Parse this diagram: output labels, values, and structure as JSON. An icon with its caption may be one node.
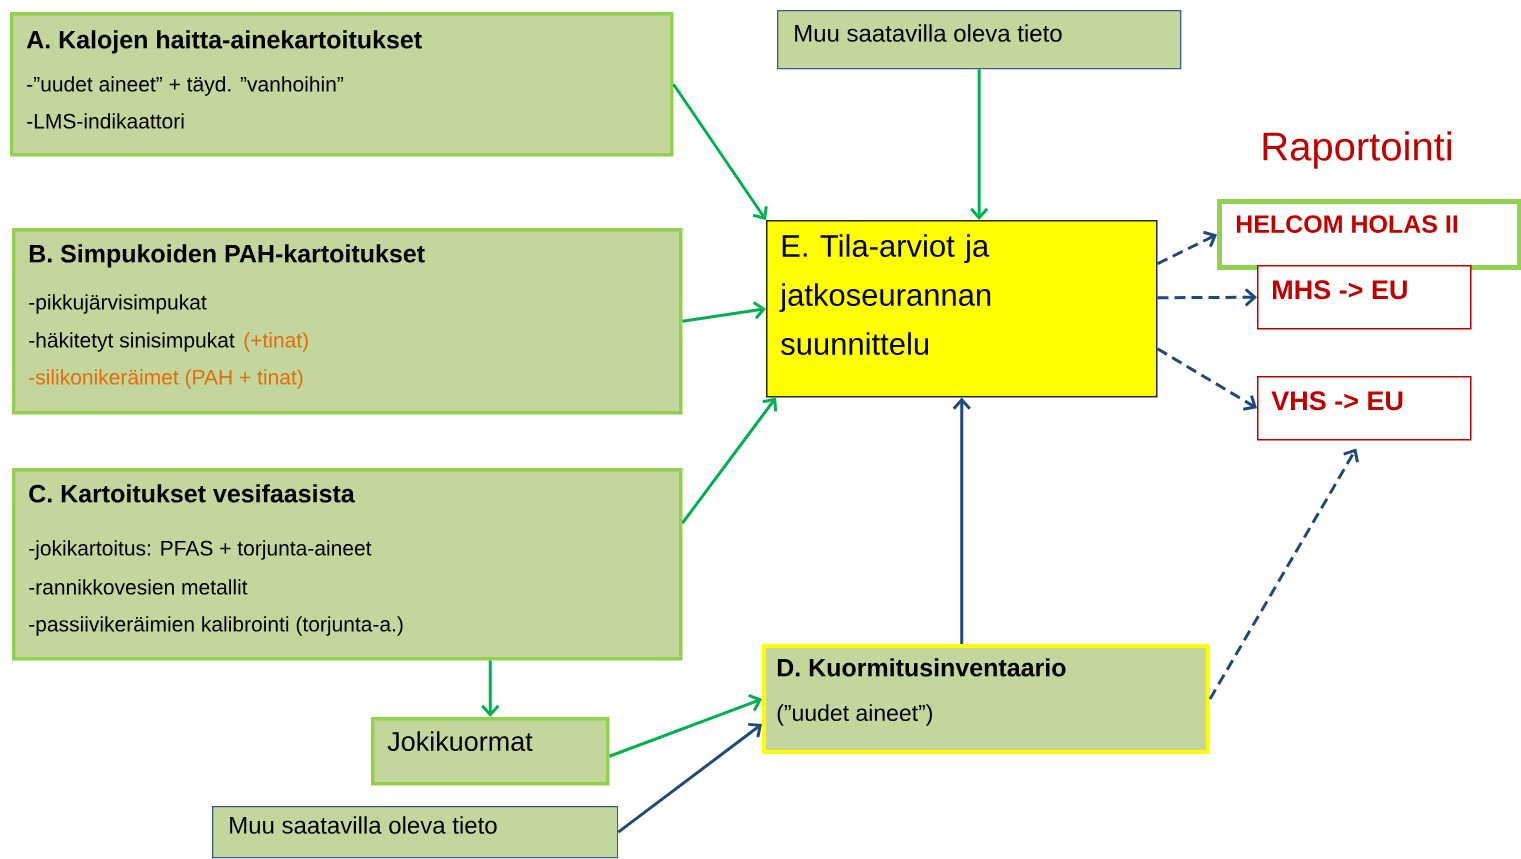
{
  "diagram": {
    "nodes": [
      {
        "text": [
          "A. Kalojen haitta-ainekartoitukset",
          "-”uudet aineet” + täyd. ”vanhoihin”",
          "-LMS-indikaattori"
        ]
      },
      {
        "text": [
          "Muu saatavilla oleva tieto"
        ]
      },
      {
        "text": [
          "B. Simpukoiden PAH-kartoitukset",
          "-pikkujärvisimpukat",
          "-häkitetyt sinisimpukat",
          "(+tinat)",
          "-silikonikeräimet (PAH + tinat)"
        ]
      },
      {
        "text": [
          "E. Tila-arviot ja jatkoseurannan suunnittelu"
        ]
      },
      {
        "text": [
          "HELCOM HOLAS II"
        ]
      },
      {
        "text": [
          "MHS -> EU"
        ]
      },
      {
        "text": [
          "VHS -> EU"
        ]
      },
      {
        "text": [
          "C. Kartoitukset vesifaasista",
          "-jokikartoitus: PFAS + torjunta-aineet",
          "-rannikkovesien metallit",
          "-passiivikeräimien kalibrointi (torjunta-a.)"
        ]
      },
      {
        "text": [
          "D. Kuormitusinventaario",
          "(”uudet aineet”)"
        ]
      },
      {
        "text": [
          "Jokikuormat"
        ]
      },
      {
        "text": [
          "Muu saatavilla oleva tieto"
        ]
      }
    ],
    "edges": [
      {
        "from": 0,
        "to": 3,
        "arrow": "to",
        "color": "#00b050"
      },
      {
        "from": 1,
        "to": 3,
        "arrow": "to",
        "color": "#00b050"
      },
      {
        "from": 2,
        "to": 3,
        "arrow": "to",
        "color": "#00b050"
      },
      {
        "from": 7,
        "to": 3,
        "arrow": "to",
        "color": "#00b050"
      },
      {
        "from": 3,
        "to": 4,
        "arrow": "to",
        "style": "dashed",
        "color": "#1f497d"
      },
      {
        "from": 3,
        "to": 5,
        "arrow": "to",
        "style": "dashed",
        "color": "#1f497d"
      },
      {
        "from": 3,
        "to": 6,
        "arrow": "to",
        "style": "dashed",
        "color": "#1f497d"
      },
      {
        "from": 8,
        "to": 3,
        "arrow": "to",
        "color": "#1f497d"
      },
      {
        "from": 7,
        "to": 9,
        "arrow": "to",
        "color": "#00b050"
      },
      {
        "from": 9,
        "to": 8,
        "arrow": "to",
        "color": "#00b050"
      },
      {
        "from": 10,
        "to": 8,
        "arrow": "to",
        "color": "#1f497d"
      },
      {
        "from": 8,
        "to": 6,
        "arrow": "to",
        "style": "dashed",
        "color": "#1f497d"
      }
    ],
    "labels": [
      "Raportointi"
    ]
  }
}
